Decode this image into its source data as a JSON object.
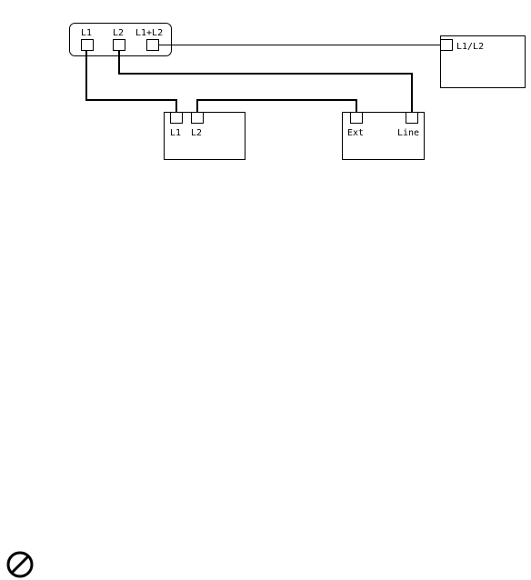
{
  "jack_box": {
    "ports": [
      "L1",
      "L2",
      "L1+L2"
    ]
  },
  "phone_device": {
    "port": "L1/L2"
  },
  "two_line_device": {
    "ports": [
      "L1",
      "L2"
    ]
  },
  "answering_device": {
    "ports": [
      "Ext",
      "Line"
    ]
  },
  "icons": {
    "prohibited": "prohibited-icon"
  },
  "colors": {
    "ink": "#000000",
    "background": "#ffffff"
  }
}
